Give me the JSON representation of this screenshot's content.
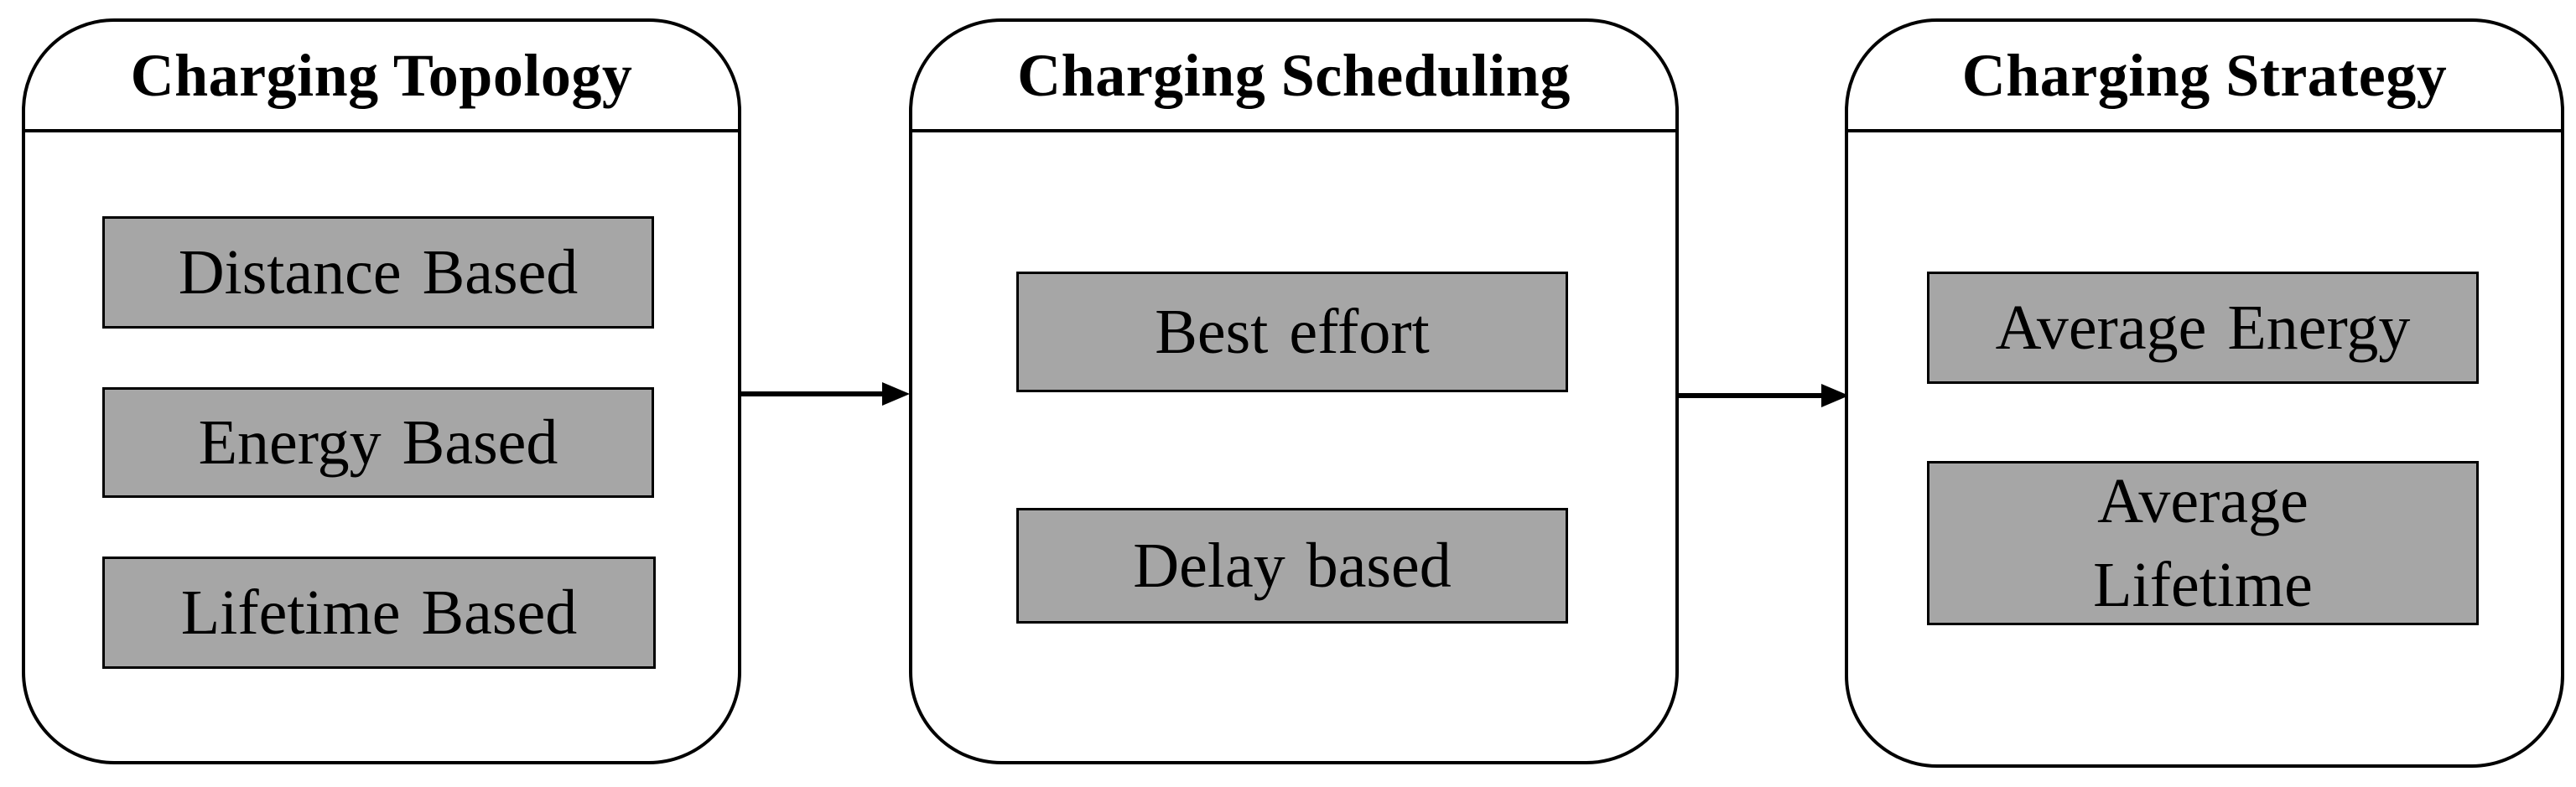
{
  "diagram": {
    "panels": [
      {
        "title": "Charging Topology",
        "items": [
          "Distance Based",
          "Energy Based",
          "Lifetime Based"
        ]
      },
      {
        "title": "Charging Scheduling",
        "items": [
          "Best effort",
          "Delay based"
        ]
      },
      {
        "title": "Charging Strategy",
        "items": [
          "Average Energy",
          "Average\nLifetime"
        ]
      }
    ]
  }
}
